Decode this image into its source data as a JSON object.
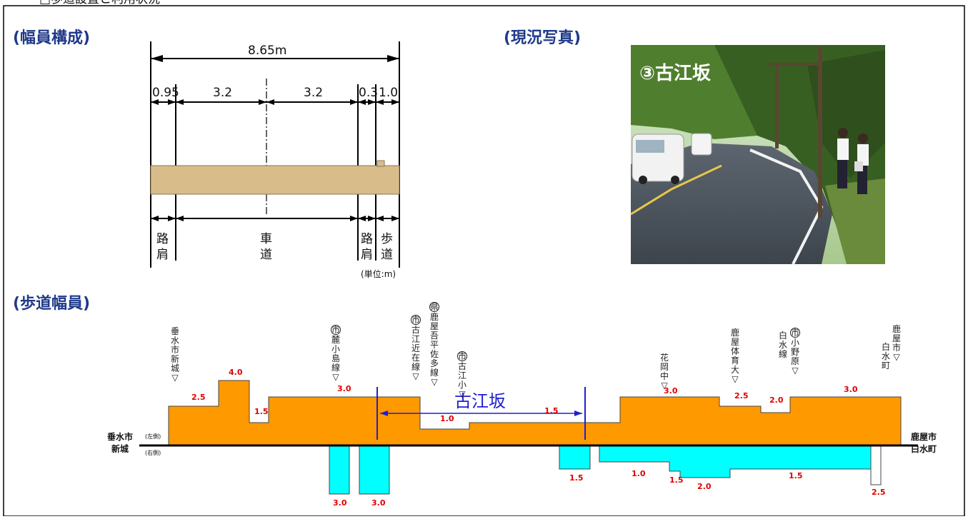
{
  "top_caption": "□歩道設置と利用状況",
  "headers": {
    "width_config": "(幅員構成)",
    "photo": "(現況写真)",
    "sidewalk": "(歩道幅員)"
  },
  "width_config": {
    "total": "8.65m",
    "segments": [
      "0.95",
      "3.2",
      "3.2",
      "0.3",
      "1.0"
    ],
    "labels": {
      "shoulder_left": [
        "路",
        "肩"
      ],
      "roadway": [
        "車",
        "道"
      ],
      "shoulder_right": [
        "路",
        "肩"
      ],
      "sidewalk": [
        "歩",
        "道"
      ]
    },
    "unit": "(単位:m)"
  },
  "photo": {
    "caption": "③古江坂"
  },
  "sidewalk_chart": {
    "left_end": [
      "垂水市",
      "新城"
    ],
    "right_end": [
      "鹿屋市",
      "白水町"
    ],
    "side_left": "(左側)",
    "side_right": "(右側)",
    "section_label": "古江坂",
    "section_value": "1.5",
    "landmarks": [
      {
        "mark": "",
        "chars": [
          "垂",
          "水",
          "市",
          "新",
          "城",
          "▽"
        ]
      },
      {
        "mark": "市",
        "chars": [
          "麓",
          "小",
          "島",
          "線",
          "▽"
        ]
      },
      {
        "mark": "市",
        "chars": [
          "古",
          "江",
          "近",
          "在",
          "線",
          "▽"
        ]
      },
      {
        "mark": "県",
        "chars": [
          "鹿",
          "屋",
          "吾",
          "平",
          "佐",
          "多",
          "線",
          "▽"
        ]
      },
      {
        "mark": "市",
        "chars": [
          "古",
          "江",
          "小",
          "▽"
        ]
      },
      {
        "mark": "",
        "chars": [
          "花",
          "岡",
          "中",
          "▽"
        ]
      },
      {
        "mark": "",
        "chars": [
          "鹿",
          "屋",
          "体",
          "育",
          "大",
          "▽"
        ]
      },
      {
        "mark": "市",
        "chars": [
          "小",
          "野",
          "原",
          "▽"
        ]
      },
      {
        "mark": "",
        "chars": [
          "白",
          "水",
          "線"
        ]
      },
      {
        "mark": "",
        "chars": [
          "鹿",
          "屋",
          "市",
          "▽"
        ]
      },
      {
        "mark": "",
        "chars": [
          "白",
          "水",
          "町"
        ]
      }
    ],
    "left_side_widths": [
      "2.5",
      "4.0",
      "1.5",
      "3.0",
      "1.0",
      "1.5",
      "3.0",
      "2.5",
      "2.0",
      "3.0"
    ],
    "right_side_widths": [
      "3.0",
      "3.0",
      "1.5",
      "1.0",
      "1.5",
      "2.0",
      "1.5",
      "2.5"
    ],
    "colors": {
      "left": "#FF9900",
      "right": "#00FFFF",
      "section": "#1f1fd1"
    }
  }
}
